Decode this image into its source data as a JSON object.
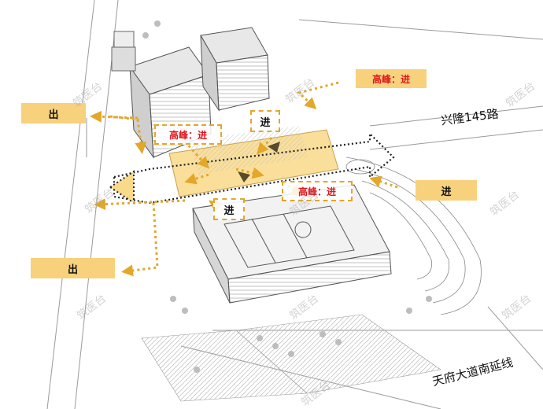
{
  "labels": {
    "exit_top": "出",
    "exit_bottom": "出",
    "enter_right": "进",
    "enter_center_top": "进",
    "enter_center_mid": "进",
    "peak_top_right": "高峰：进",
    "peak_left": "高峰：进",
    "peak_center_right": "高峰：进"
  },
  "roads": {
    "xinglong": "兴隆145路",
    "tianfu": "天府大道南延线"
  },
  "watermark": "筑医台",
  "colors": {
    "label_fill": "#f7d17c",
    "flow_arrow": "#e3a72a",
    "peak_text": "#e0181c",
    "highlight_zone": "#f9d98a"
  }
}
